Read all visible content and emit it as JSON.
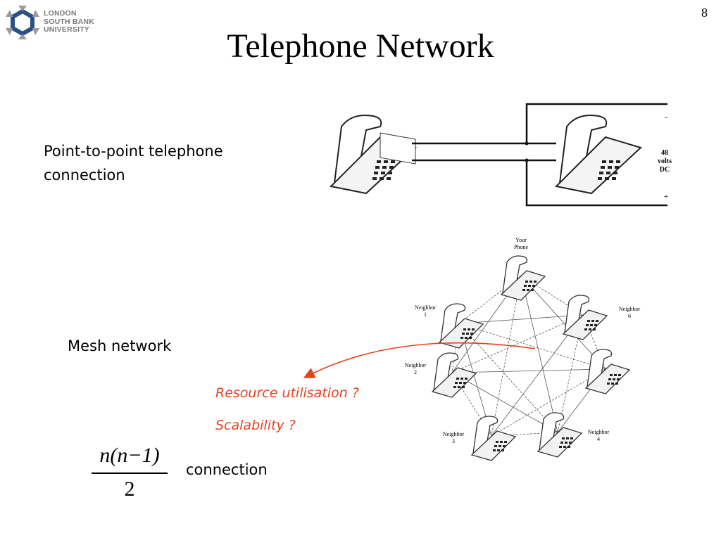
{
  "slide": {
    "title": "Telephone Network",
    "page_number": "8"
  },
  "logo": {
    "line1": "LONDON",
    "line2": "SOUTH BANK",
    "line3": "UNIVERSITY",
    "colors": {
      "blue": "#2b4f86",
      "grey": "#9a9a9a"
    }
  },
  "point_to_point": {
    "label": "Point-to-point telephone connection",
    "voltage_label_1": "48",
    "voltage_label_2": "volts",
    "voltage_label_3": "DC",
    "minus": "-",
    "plus": "+"
  },
  "mesh": {
    "label": "Mesh network",
    "nodes": [
      {
        "label_1": "Your",
        "label_2": "Phone"
      },
      {
        "label_1": "Neighbor",
        "label_2": "1"
      },
      {
        "label_1": "Neighbor",
        "label_2": "2"
      },
      {
        "label_1": "Neighbor",
        "label_2": "3"
      },
      {
        "label_1": "Neighbor",
        "label_2": "4"
      },
      {
        "label_1": "Neighbor",
        "label_2": "6"
      }
    ]
  },
  "questions": {
    "q1": "Resource utilisation ?",
    "q2": "Scalability ?",
    "color": "#e8401c"
  },
  "formula": {
    "numerator_n": "n",
    "numerator_paren": "(n−1)",
    "denominator": "2",
    "suffix": "connection"
  }
}
